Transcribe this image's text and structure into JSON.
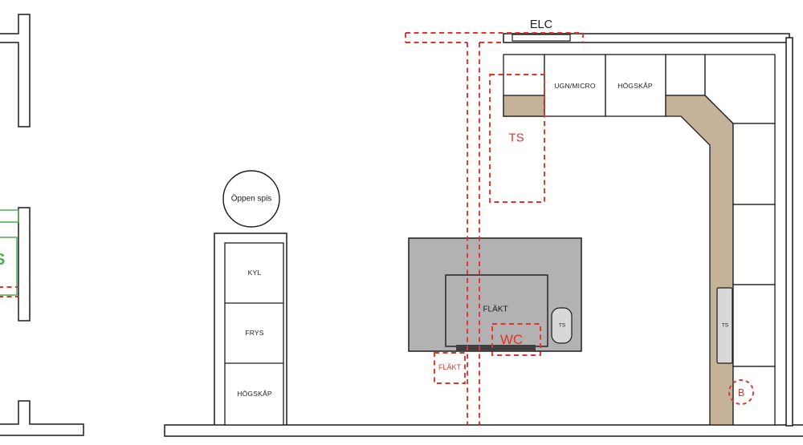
{
  "drawing": {
    "type": "kitchen-floor-plan",
    "annotations": {
      "elc": "ELC",
      "ts_upper": "TS",
      "wc": "WC",
      "flakt_lower": "FLÄKT",
      "b_outlet": "B",
      "partial_green_letter": "S"
    },
    "cabinets_top_row": {
      "ugn_micro": "UGN/MICRO",
      "hogskap": "HÖGSKÅP"
    },
    "left_column": {
      "fireplace": "Öppen spis",
      "kyl": "KYL",
      "frys": "FRYS",
      "hogskap": "HÖGSKÅP"
    },
    "island": {
      "flakt": "FLÄKT",
      "ts_appliance": "TS"
    },
    "right_counter": {
      "ts_appliance": "TS"
    },
    "colors": {
      "outline": "#1c1c1c",
      "counter_tan": "#c4b299",
      "island_gray": "#b2b2b2",
      "appliance_gray": "#d8d8d8",
      "hood_bar_dark": "#3f3f3f",
      "annotation_red": "#e5332b",
      "annotation_green": "#4caf50",
      "wall_fill": "#ffffff"
    }
  }
}
